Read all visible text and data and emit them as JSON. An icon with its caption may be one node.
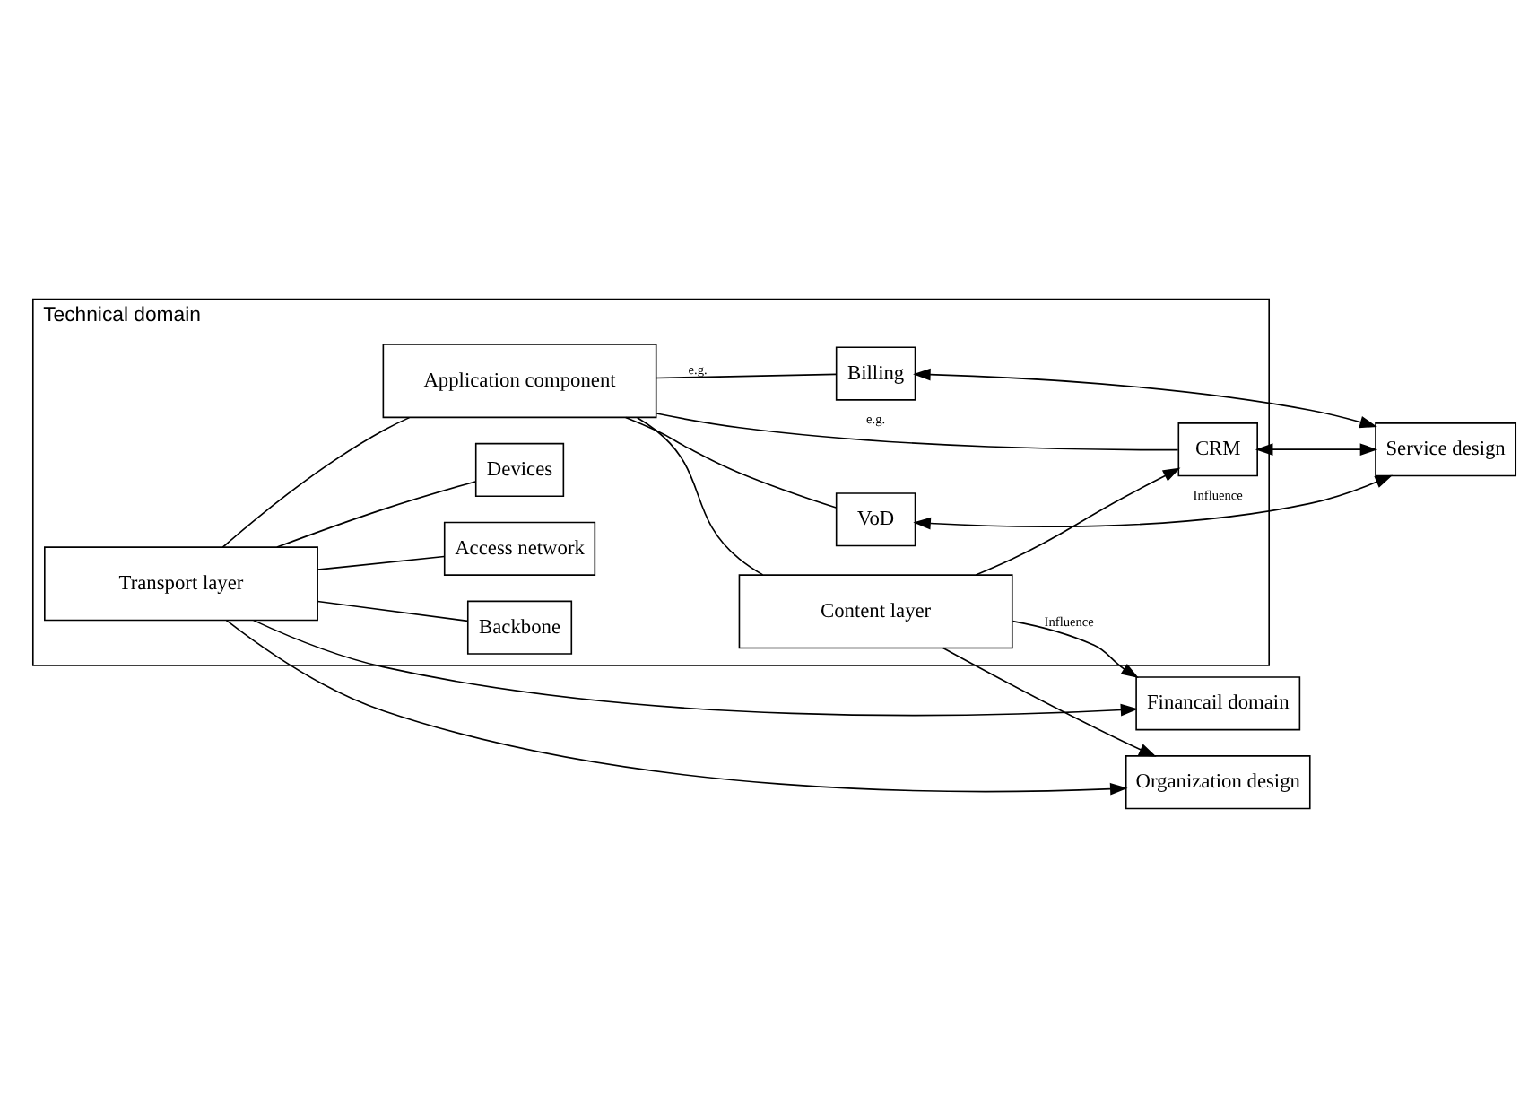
{
  "diagram": {
    "nodes": [
      {
        "text": [
          "Technical domain"
        ]
      },
      {
        "text": [
          "Transport layer"
        ],
        "in": 0
      },
      {
        "text": [
          "Backbone"
        ],
        "in": 0
      },
      {
        "text": [
          "Access network"
        ],
        "in": 0
      },
      {
        "text": [
          "Devices"
        ],
        "in": 0
      },
      {
        "text": [
          "Application component"
        ],
        "in": 0
      },
      {
        "text": [
          "Billing"
        ],
        "in": 0
      },
      {
        "text": [
          "VoD"
        ],
        "in": 0
      },
      {
        "text": [
          "CRM"
        ],
        "in": 0
      },
      {
        "text": [
          "Content layer"
        ],
        "in": 0
      },
      {
        "text": [
          "Service design"
        ]
      },
      {
        "text": [
          "Financail domain"
        ]
      },
      {
        "text": [
          "Organization design"
        ]
      }
    ],
    "edges": [
      {
        "from": 1,
        "to": 2,
        "arrow": "none"
      },
      {
        "from": 1,
        "to": 3,
        "arrow": "none"
      },
      {
        "from": 1,
        "to": 4,
        "arrow": "none"
      },
      {
        "from": 1,
        "to": 5,
        "arrow": "none"
      },
      {
        "from": 5,
        "to": 6,
        "arrow": "none",
        "label": "e.g."
      },
      {
        "from": 5,
        "to": 7,
        "arrow": "none"
      },
      {
        "from": 5,
        "to": 8,
        "arrow": "none",
        "label": "e.g."
      },
      {
        "from": 5,
        "to": 9,
        "arrow": "none"
      },
      {
        "from": 9,
        "to": 8,
        "arrow": "to"
      },
      {
        "from": 6,
        "to": 10,
        "arrow": "both"
      },
      {
        "from": 7,
        "to": 10,
        "arrow": "both",
        "label": "Influence"
      },
      {
        "from": 8,
        "to": 10,
        "arrow": "both"
      },
      {
        "from": 1,
        "to": 11,
        "arrow": "to"
      },
      {
        "from": 1,
        "to": 12,
        "arrow": "to"
      },
      {
        "from": 9,
        "to": 11,
        "arrow": "to",
        "label": "Influence"
      },
      {
        "from": 9,
        "to": 12,
        "arrow": "to"
      }
    ]
  }
}
